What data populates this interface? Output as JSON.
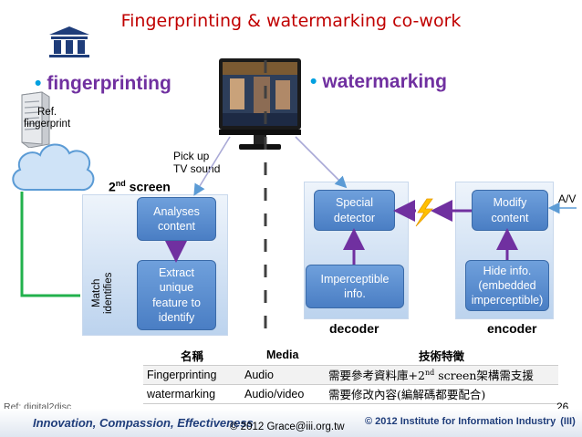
{
  "title": "Fingerprinting & watermarking co-work",
  "bullets": {
    "left": "fingerprinting",
    "right": "watermarking"
  },
  "ref_db_label": "Ref.\nfingerprint",
  "pickup_label": "Pick up\nTV sound",
  "second_screen_label": {
    "base": "2",
    "sup": "nd",
    "rest": " screen"
  },
  "match_label": "Match\nidentifies",
  "boxes": {
    "analyses": "Analyses\ncontent",
    "extract": "Extract\nunique\nfeature to\nidentify",
    "special_detector": "Special\ndetector",
    "imperceptible": "Imperceptible\ninfo.",
    "modify": "Modify\ncontent",
    "hide": "Hide info.\n(embedded\nimperceptible)"
  },
  "av_label": "A/V",
  "decoder_label": "decoder",
  "encoder_label": "encoder",
  "table": {
    "headers": [
      "名稱",
      "Media",
      "技術特徵"
    ],
    "rows": [
      {
        "name": "Fingerprinting",
        "media": "Audio",
        "feature_pre": "需要參考資料庫+2",
        "feature_sup": "nd",
        "feature_post": " screen架構需支援"
      },
      {
        "name": "watermarking",
        "media": "Audio/video",
        "feature_pre": "需要修改內容(編解碼都要配合)",
        "feature_sup": "",
        "feature_post": ""
      }
    ]
  },
  "ref_source": "Ref: digital2disc",
  "page_number": "26",
  "footer": {
    "slogan_parts": [
      "Innovation",
      ", ",
      "Compassion",
      ", ",
      "Effectiveness"
    ],
    "copyright_center": "© 2012 Grace@iii.org.tw",
    "copyright_right": "© 2012 Institute for Information Industry",
    "iii_text": "(III)"
  },
  "colors": {
    "title": "#c00000",
    "bullet": "#7030a0",
    "arrow": "#7030a0",
    "link_line": "#22b14c",
    "box": "#4f81bd",
    "divider": "#404040"
  }
}
